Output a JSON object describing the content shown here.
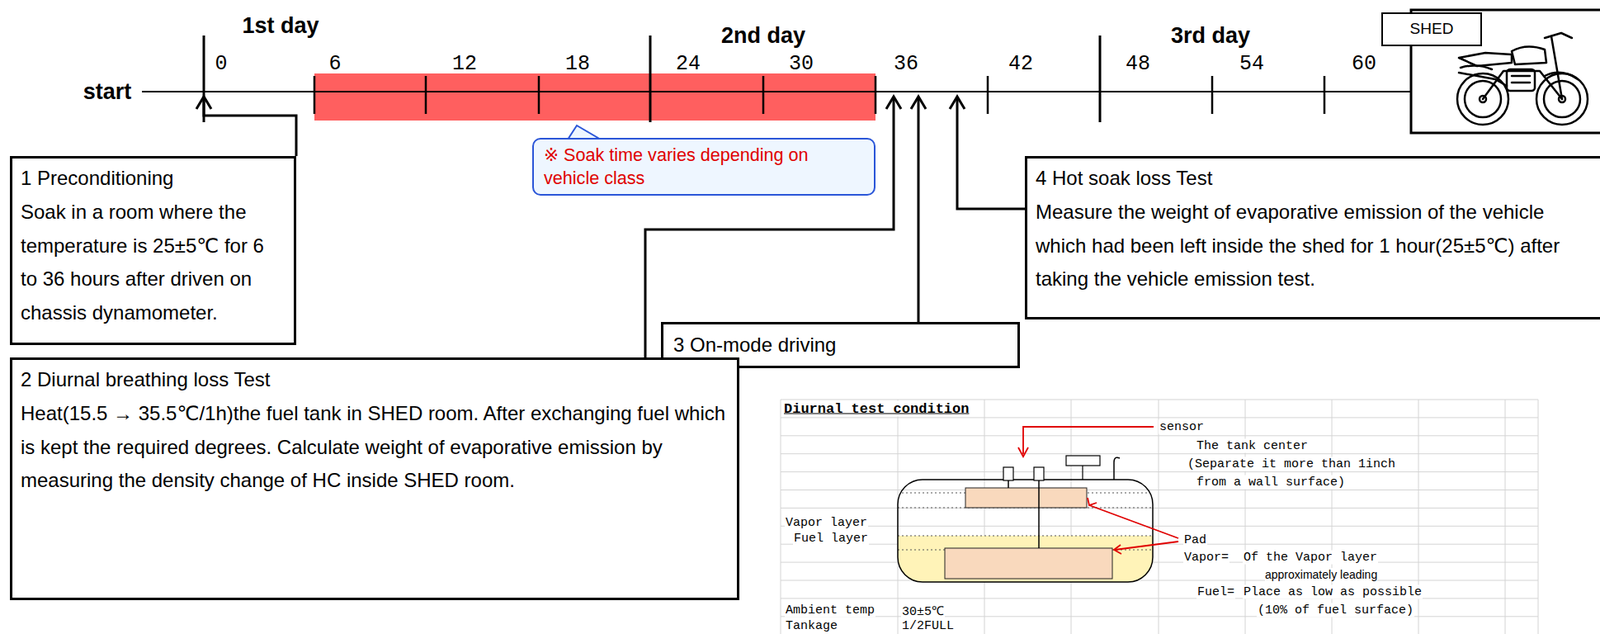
{
  "diagram": {
    "nodes": [
      {
        "text": [
          "SHED"
        ]
      },
      {
        "text": [
          "1 Preconditioning",
          "Soak in a room where the temperature is 25±5℃ for 6 to 36 hours after driven on chassis dynamometer."
        ]
      },
      {
        "text": [
          "※ Soak time varies depending on vehicle class"
        ]
      },
      {
        "text": [
          "4 Hot soak loss Test",
          "Measure the weight of evaporative emission of the vehicle which had been left inside the shed for 1 hour(25±5℃) after taking the vehicle emission test."
        ]
      },
      {
        "text": [
          "3 On-mode driving"
        ]
      },
      {
        "text": [
          "2 Diurnal breathing loss Test",
          "Heat(15.5 → 35.5℃/1h)the fuel tank in SHED room. After exchanging fuel which is kept the required degrees. Calculate weight of evaporative emission by measuring the density change of HC inside SHED room."
        ]
      }
    ],
    "labels": [
      "start",
      "1st day",
      "2nd day",
      "3rd day",
      "0",
      "6",
      "12",
      "18",
      "24",
      "30",
      "36",
      "42",
      "48",
      "54",
      "60",
      "Diurnal test condition",
      "sensor",
      "The tank center",
      "(Separate it more than 1inch",
      "from a wall surface)",
      "Vapor layer",
      "Fuel layer",
      "Pad",
      "Vapor=",
      "Of the Vapor layer",
      "approximately leading",
      "Fuel=",
      "Place as low as possible",
      "(10% of fuel surface)",
      "Ambient temp",
      "30±5℃",
      "Tankage",
      "1/2FULL"
    ]
  }
}
